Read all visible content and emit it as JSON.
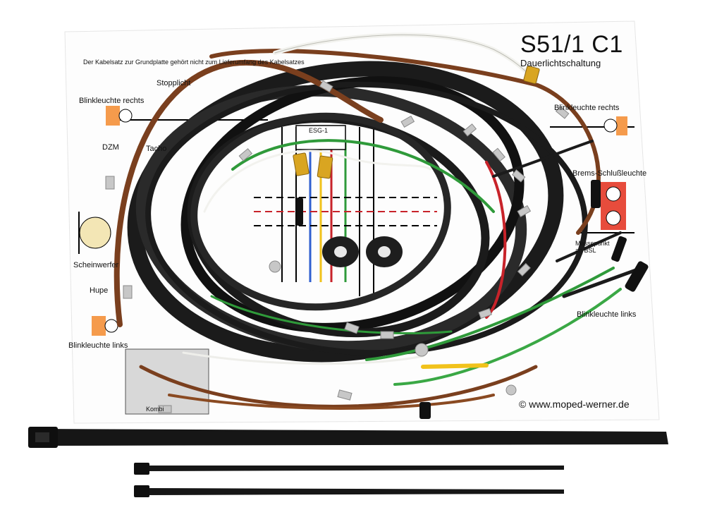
{
  "diagram": {
    "title": "S51/1 C1",
    "subtitle": "Dauerlichtschaltung",
    "note": "Der Kabelsatz zur Grundplatte gehört nicht zum Lieferumfang des Kabelsatzes",
    "labels": {
      "stopplicht": "Stopplicht",
      "blink_rechts_left": "Blinkleuchte rechts",
      "blink_rechts_right": "Blinkleuchte rechts",
      "dzm": "DZM",
      "tacho": "Tacho",
      "scheinwerfer": "Scheinwerfer",
      "hupe": "Hupe",
      "blink_links_left": "Blinkleuchte links",
      "blink_links_right": "Blinkleuchte links",
      "bremsschluss": "Brems-Schlußleuchte",
      "massepunkt": "Massepunkt an BSL",
      "kombi": "Kombi",
      "esg": "ESG-1",
      "website": "© www.moped-werner.de"
    }
  },
  "palette": {
    "paper": "#ffffff",
    "cable_black": "#1b1b1b",
    "cable_brown": "#7a3f1e",
    "wire_green": "#2f9a3a",
    "wire_white": "#f2f2ee",
    "wire_red": "#c8232a",
    "wire_yellow": "#f1c21b",
    "diagram_orange": "#f59b4c",
    "terminal_metal": "#c7c7c7",
    "grommet": "#222222"
  },
  "items": {
    "cable_ties": 3,
    "grommets": 2
  }
}
